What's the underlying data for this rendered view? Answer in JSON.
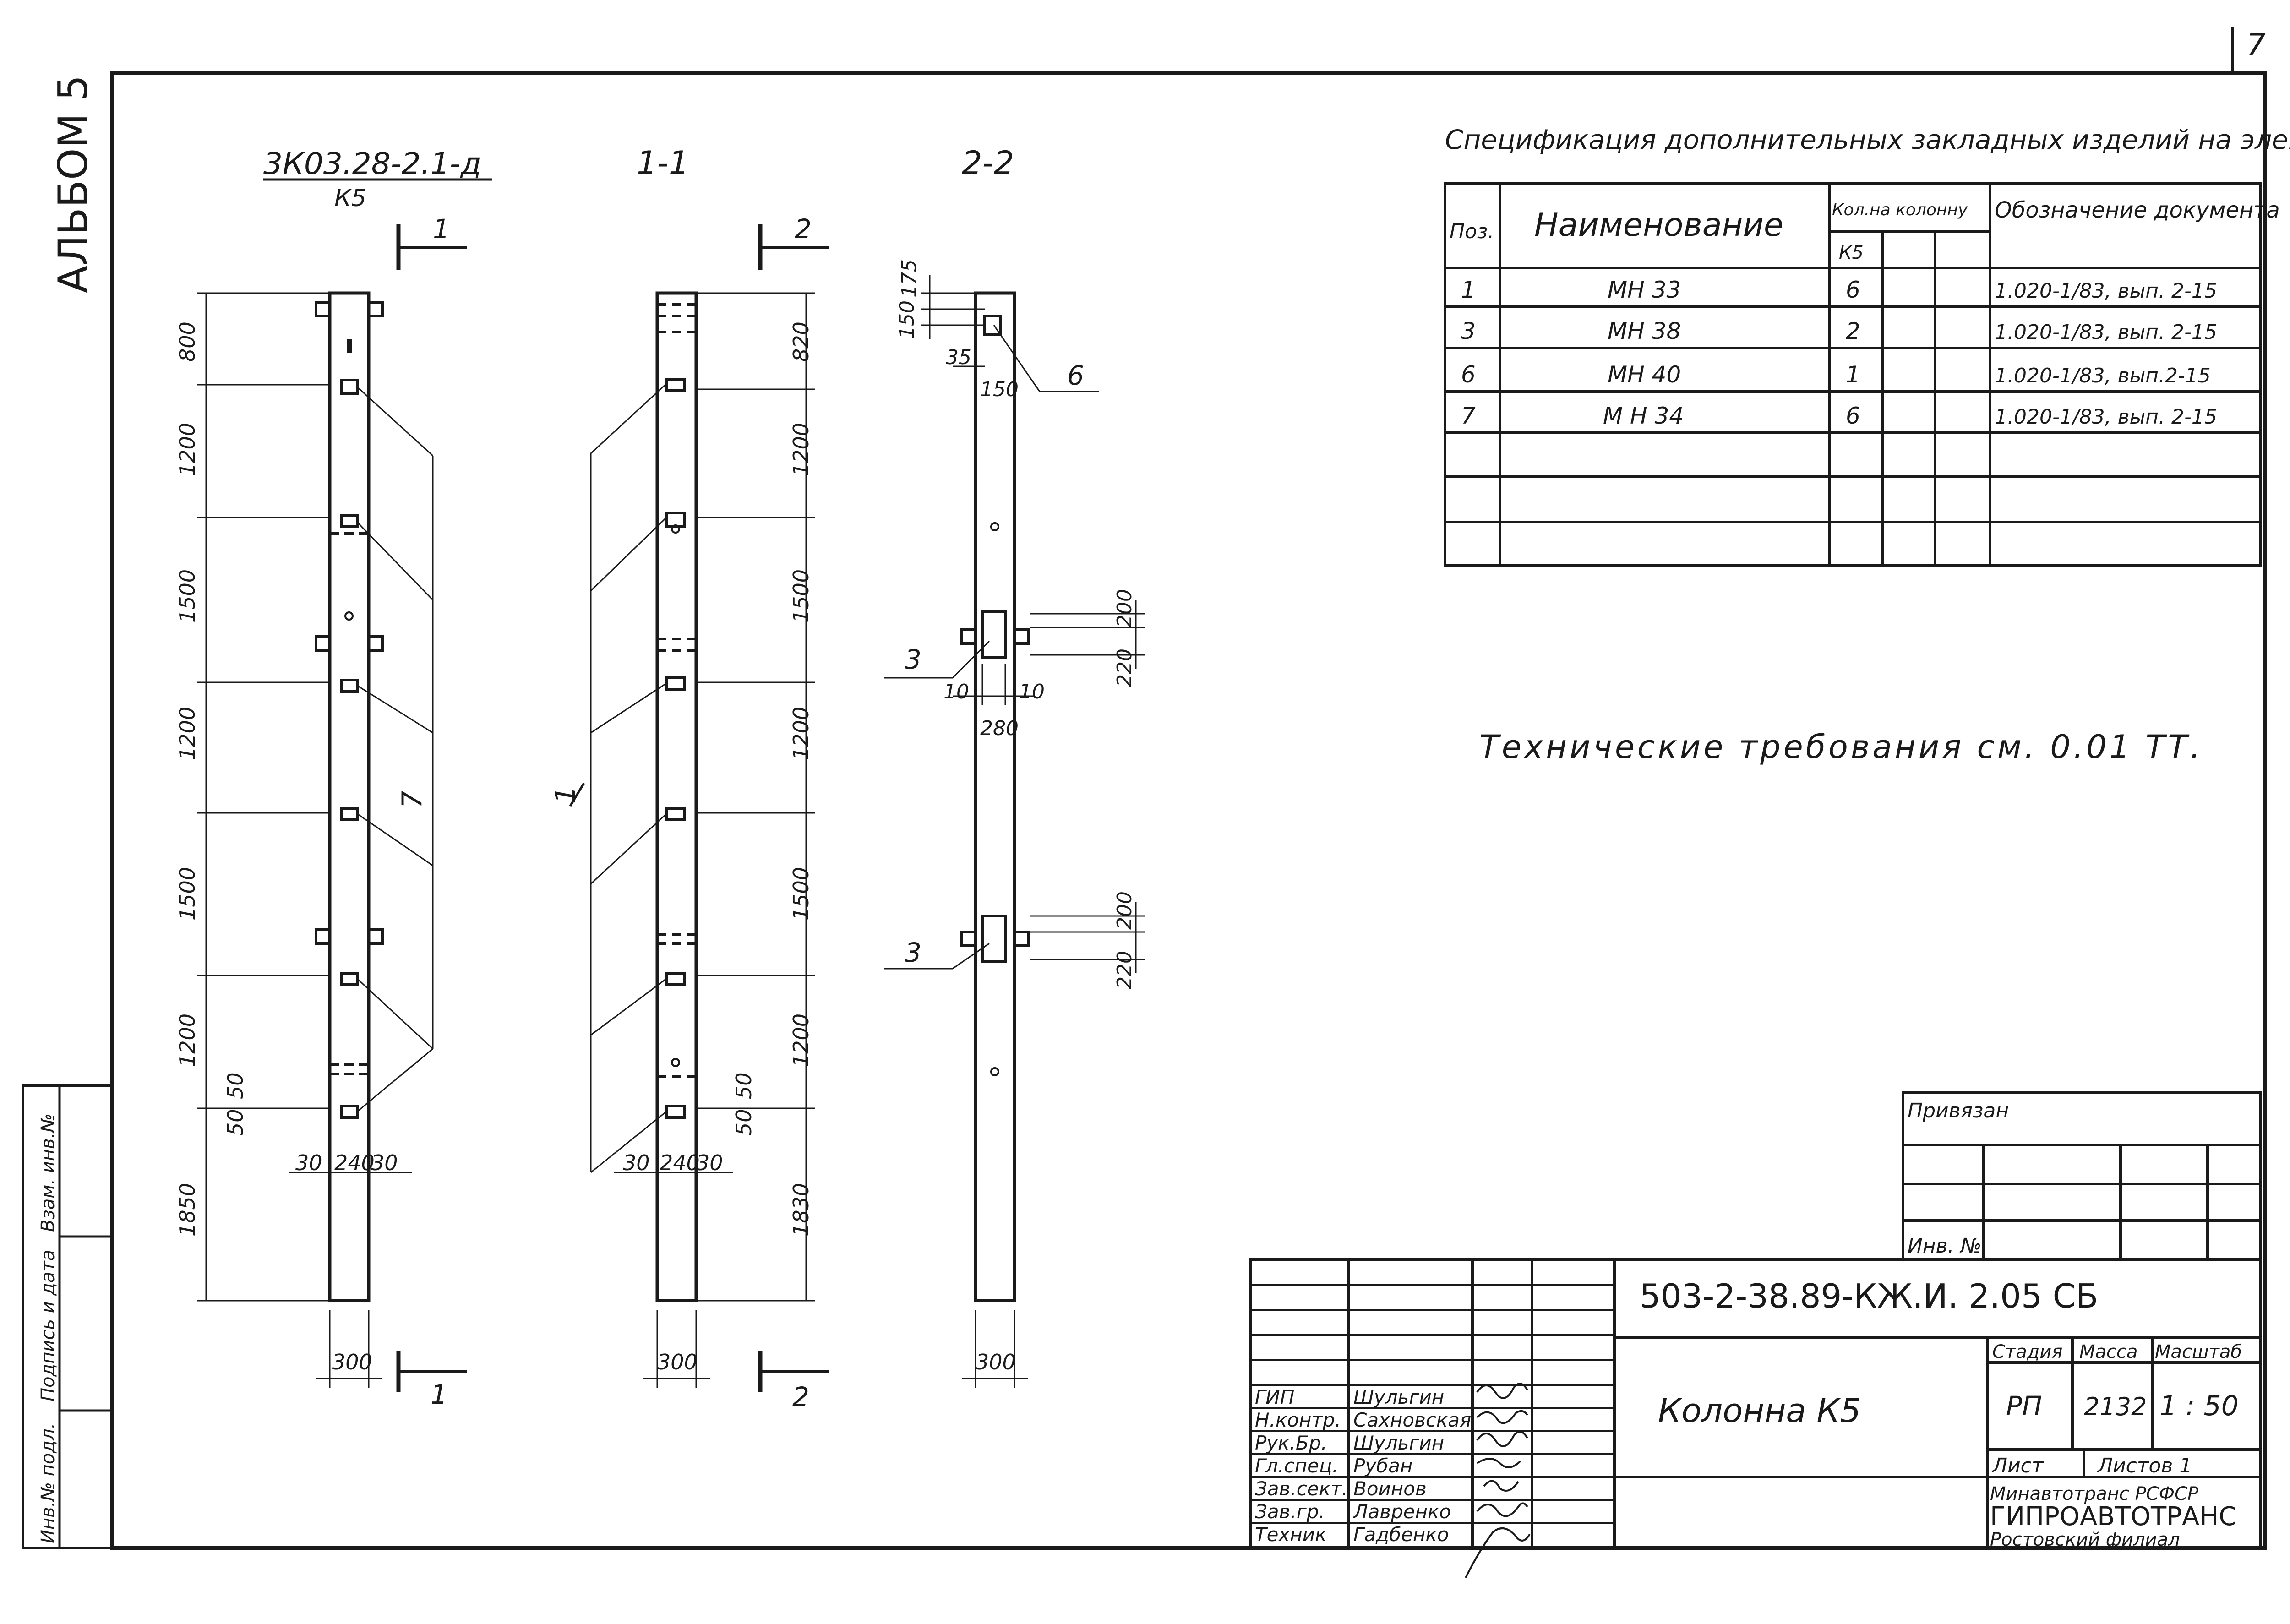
{
  "page_number": "7",
  "album_label": "АЛЬБОМ 5",
  "column_drawing": {
    "title": "3К03.28-2.1-д",
    "subtitle": "К5",
    "section_1_label": "1-1",
    "section_2_label": "2-2",
    "cut_mark_1": "1",
    "cut_mark_2": "2",
    "segment_dimensions": [
      "800",
      "1200",
      "1500",
      "1200",
      "1500",
      "1200",
      "1850"
    ],
    "segment_dimensions_s1": [
      "820",
      "1200",
      "1500",
      "1200",
      "1500",
      "1200",
      "1830"
    ],
    "width_dim": "300",
    "small_dims": [
      "50",
      "50",
      "30",
      "240",
      "30"
    ],
    "callout_7": "7",
    "callout_1": "1",
    "callout_6": "6",
    "callout_3": "3",
    "s2_dims": [
      "150",
      "175",
      "35",
      "150",
      "10",
      "280",
      "10",
      "200",
      "220"
    ]
  },
  "spec_table": {
    "title": "Спецификация дополнительных закладных изделий на элемент",
    "headers": {
      "pos": "Поз.",
      "name": "Наименование",
      "qty_group": "Кол.на колонну",
      "qty_k5": "К5",
      "doc": "Обозначение документа"
    },
    "rows": [
      {
        "pos": "1",
        "name": "МН 33",
        "qty": "6",
        "doc": "1.020-1/83, вып. 2-15"
      },
      {
        "pos": "3",
        "name": "МН 38",
        "qty": "2",
        "doc": "1.020-1/83, вып. 2-15"
      },
      {
        "pos": "6",
        "name": "МН 40",
        "qty": "1",
        "doc": "1.020-1/83, вып.2-15"
      },
      {
        "pos": "7",
        "name": "М Н 34",
        "qty": "6",
        "doc": "1.020-1/83, вып. 2-15"
      }
    ]
  },
  "technical_requirements": "Технические требования см. 0.01 ТТ.",
  "binding_box": {
    "label": "Привязан",
    "inv_label": "Инв. №"
  },
  "side_stamp": [
    "Инв.№ подл.",
    "Подпись и дата",
    "Взам. инв.№"
  ],
  "title_block": {
    "doc_code": "503-2-38.89-КЖ.И. 2.05 СБ",
    "element_name": "Колонна К5",
    "stage_label": "Стадия",
    "mass_label": "Масса",
    "scale_label": "Масштаб",
    "stage": "РП",
    "mass": "2132",
    "scale": "1 : 50",
    "sheet_label": "Лист",
    "sheets_label": "Листов 1",
    "org_line1": "Минавтотранс РСФСР",
    "org_line2": "ГИПРОАВТОТРАНС",
    "org_line3": "Ростовский филиал",
    "roles": [
      {
        "role": "ГИП",
        "name": "Шульгин"
      },
      {
        "role": "Н.контр.",
        "name": "Сахновская"
      },
      {
        "role": "Рук.Бр.",
        "name": "Шульгин"
      },
      {
        "role": "Гл.спец.",
        "name": "Рубан"
      },
      {
        "role": "Зав.сект.",
        "name": "Воинов"
      },
      {
        "role": "Зав.гр.",
        "name": "Лавренко"
      },
      {
        "role": "Техник",
        "name": "Гадбенко"
      }
    ]
  }
}
